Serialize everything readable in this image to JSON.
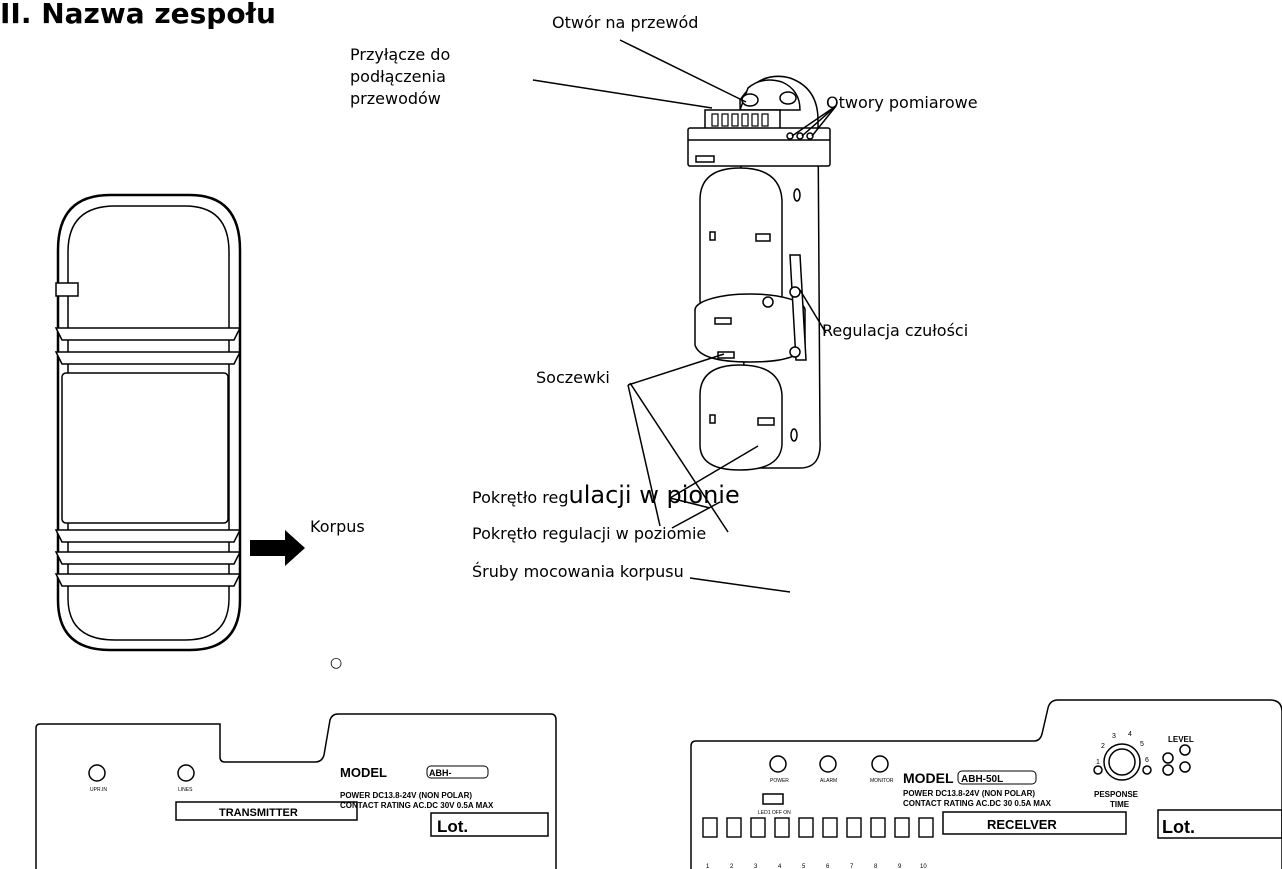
{
  "title": "II. Nazwa zespołu",
  "labels": {
    "cable_hole": "Otwór na przewód",
    "connector_line1": "Przyłącze do",
    "connector_line2": "podłączenia",
    "connector_line3": "przewodów",
    "measurement_holes": "Otwory pomiarowe",
    "sensitivity": "Regulacja czułości",
    "lenses": "Soczewki",
    "vertical_knob_a": "Pokrętło reg",
    "vertical_knob_b": "ulacji w pionie",
    "horizontal_knob": "Pokrętło regulacji w poziomie",
    "housing_screws": "Śruby mocowania korpusu",
    "housing": "Korpus",
    "circle_mark": "○"
  },
  "transmitter_panel": {
    "led1": "UPR.IN",
    "led2": "LINES",
    "model_label": "MODEL",
    "model_value": "ABH-",
    "power_line": "POWER DC13.8-24V  (NON POLAR)",
    "contact_line": "CONTACT RATING AC.DC 30V 0.5A MAX",
    "name_box": "TRANSMITTER",
    "lot_box": "Lot."
  },
  "receiver_panel": {
    "led1": "POWER",
    "led2": "ALARM",
    "led3": "MONITOR",
    "switch_label": "LED1 OFF ON",
    "model_label": "MODEL",
    "model_value": "ABH-50L",
    "power_line": "POWER DC13.8-24V  (NON POLAR)",
    "contact_line": "CONTACT RATING AC.DC 30 0.5A MAX",
    "name_box": "RECELVER",
    "lot_box": "Lot.",
    "response_time_line1": "PESPONSE",
    "response_time_line2": "TIME",
    "level_label": "LEVEL",
    "dial_numbers": [
      "1",
      "2",
      "3",
      "4",
      "5",
      "6"
    ],
    "terminal_numbers": [
      "1",
      "2",
      "3",
      "4",
      "5",
      "6",
      "7",
      "8",
      "9",
      "10"
    ]
  }
}
